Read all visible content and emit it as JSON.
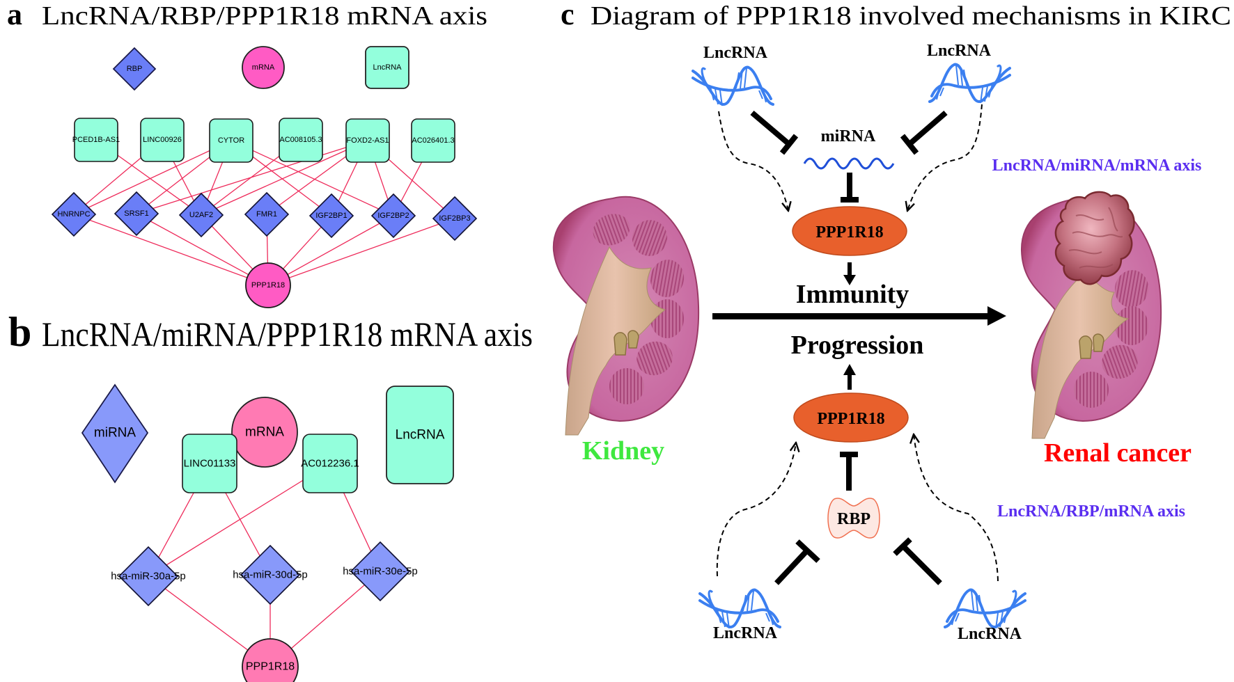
{
  "colors": {
    "lncrna_fill": "#93ffdc",
    "rbp_fill": "#6a7ef7",
    "mirna_fill": "#8899fa",
    "mrna_fill_a": "#ff5bc4",
    "mrna_fill_b": "#ff7ab3",
    "edge": "#ee2a5a",
    "ppp1r18_ellipse": "#e8602c",
    "helix": "#3b7ff0",
    "axis_label": "#5a2ef0",
    "kidney_label": "#3fe83f",
    "cancer_label": "#ff0000"
  },
  "panel_a": {
    "letter": "a",
    "title": "LncRNA/RBP/PPP1R18 mRNA axis",
    "legend": {
      "rbp": "RBP",
      "mrna": "mRNA",
      "lncrna": "LncRNA"
    },
    "lncrnas": [
      "PCED1B-AS1",
      "LINC00926",
      "CYTOR",
      "AC008105.3",
      "FOXD2-AS1",
      "AC026401.3"
    ],
    "rbps": [
      "HNRNPC",
      "SRSF1",
      "U2AF2",
      "FMR1",
      "IGF2BP1",
      "IGF2BP2",
      "IGF2BP3"
    ],
    "target": "PPP1R18",
    "edges": [
      [
        "PCED1B-AS1",
        "U2AF2"
      ],
      [
        "LINC00926",
        "HNRNPC"
      ],
      [
        "LINC00926",
        "U2AF2"
      ],
      [
        "CYTOR",
        "HNRNPC"
      ],
      [
        "CYTOR",
        "SRSF1"
      ],
      [
        "CYTOR",
        "U2AF2"
      ],
      [
        "CYTOR",
        "IGF2BP1"
      ],
      [
        "CYTOR",
        "IGF2BP2"
      ],
      [
        "AC008105.3",
        "U2AF2"
      ],
      [
        "FOXD2-AS1",
        "SRSF1"
      ],
      [
        "FOXD2-AS1",
        "U2AF2"
      ],
      [
        "FOXD2-AS1",
        "FMR1"
      ],
      [
        "FOXD2-AS1",
        "IGF2BP1"
      ],
      [
        "FOXD2-AS1",
        "IGF2BP2"
      ],
      [
        "FOXD2-AS1",
        "IGF2BP3"
      ],
      [
        "AC026401.3",
        "IGF2BP2"
      ],
      [
        "HNRNPC",
        "PPP1R18"
      ],
      [
        "SRSF1",
        "PPP1R18"
      ],
      [
        "U2AF2",
        "PPP1R18"
      ],
      [
        "FMR1",
        "PPP1R18"
      ],
      [
        "IGF2BP1",
        "PPP1R18"
      ],
      [
        "IGF2BP2",
        "PPP1R18"
      ],
      [
        "IGF2BP3",
        "PPP1R18"
      ]
    ]
  },
  "panel_b": {
    "letter": "b",
    "title": "LncRNA/miRNA/PPP1R18 mRNA axis",
    "legend": {
      "mirna": "miRNA",
      "mrna": "mRNA",
      "lncrna": "LncRNA"
    },
    "lncrnas": [
      "LINC01133",
      "AC012236.1"
    ],
    "mirnas": [
      "hsa-miR-30a-5p",
      "hsa-miR-30d-5p",
      "hsa-miR-30e-5p"
    ],
    "target": "PPP1R18",
    "edges": [
      [
        "LINC01133",
        "hsa-miR-30a-5p"
      ],
      [
        "LINC01133",
        "hsa-miR-30d-5p"
      ],
      [
        "AC012236.1",
        "hsa-miR-30a-5p"
      ],
      [
        "AC012236.1",
        "hsa-miR-30e-5p"
      ],
      [
        "hsa-miR-30a-5p",
        "PPP1R18"
      ],
      [
        "hsa-miR-30d-5p",
        "PPP1R18"
      ],
      [
        "hsa-miR-30e-5p",
        "PPP1R18"
      ]
    ]
  },
  "panel_c": {
    "letter": "c",
    "title": "Diagram of PPP1R18 involved mechanisms in KIRC",
    "lncrna_top_left": "LncRNA",
    "lncrna_top_right": "LncRNA",
    "mirna": "miRNA",
    "ppp1r18_top": "PPP1R18",
    "immunity": "Immunity",
    "progression": "Progression",
    "ppp1r18_bottom": "PPP1R18",
    "rbp": "RBP",
    "lncrna_bottom_left": "LncRNA",
    "lncrna_bottom_right": "LncRNA",
    "axis_mirna": "LncRNA/miRNA/mRNA axis",
    "axis_rbp": "LncRNA/RBP/mRNA axis",
    "kidney": "Kidney",
    "renal_cancer": "Renal cancer"
  }
}
